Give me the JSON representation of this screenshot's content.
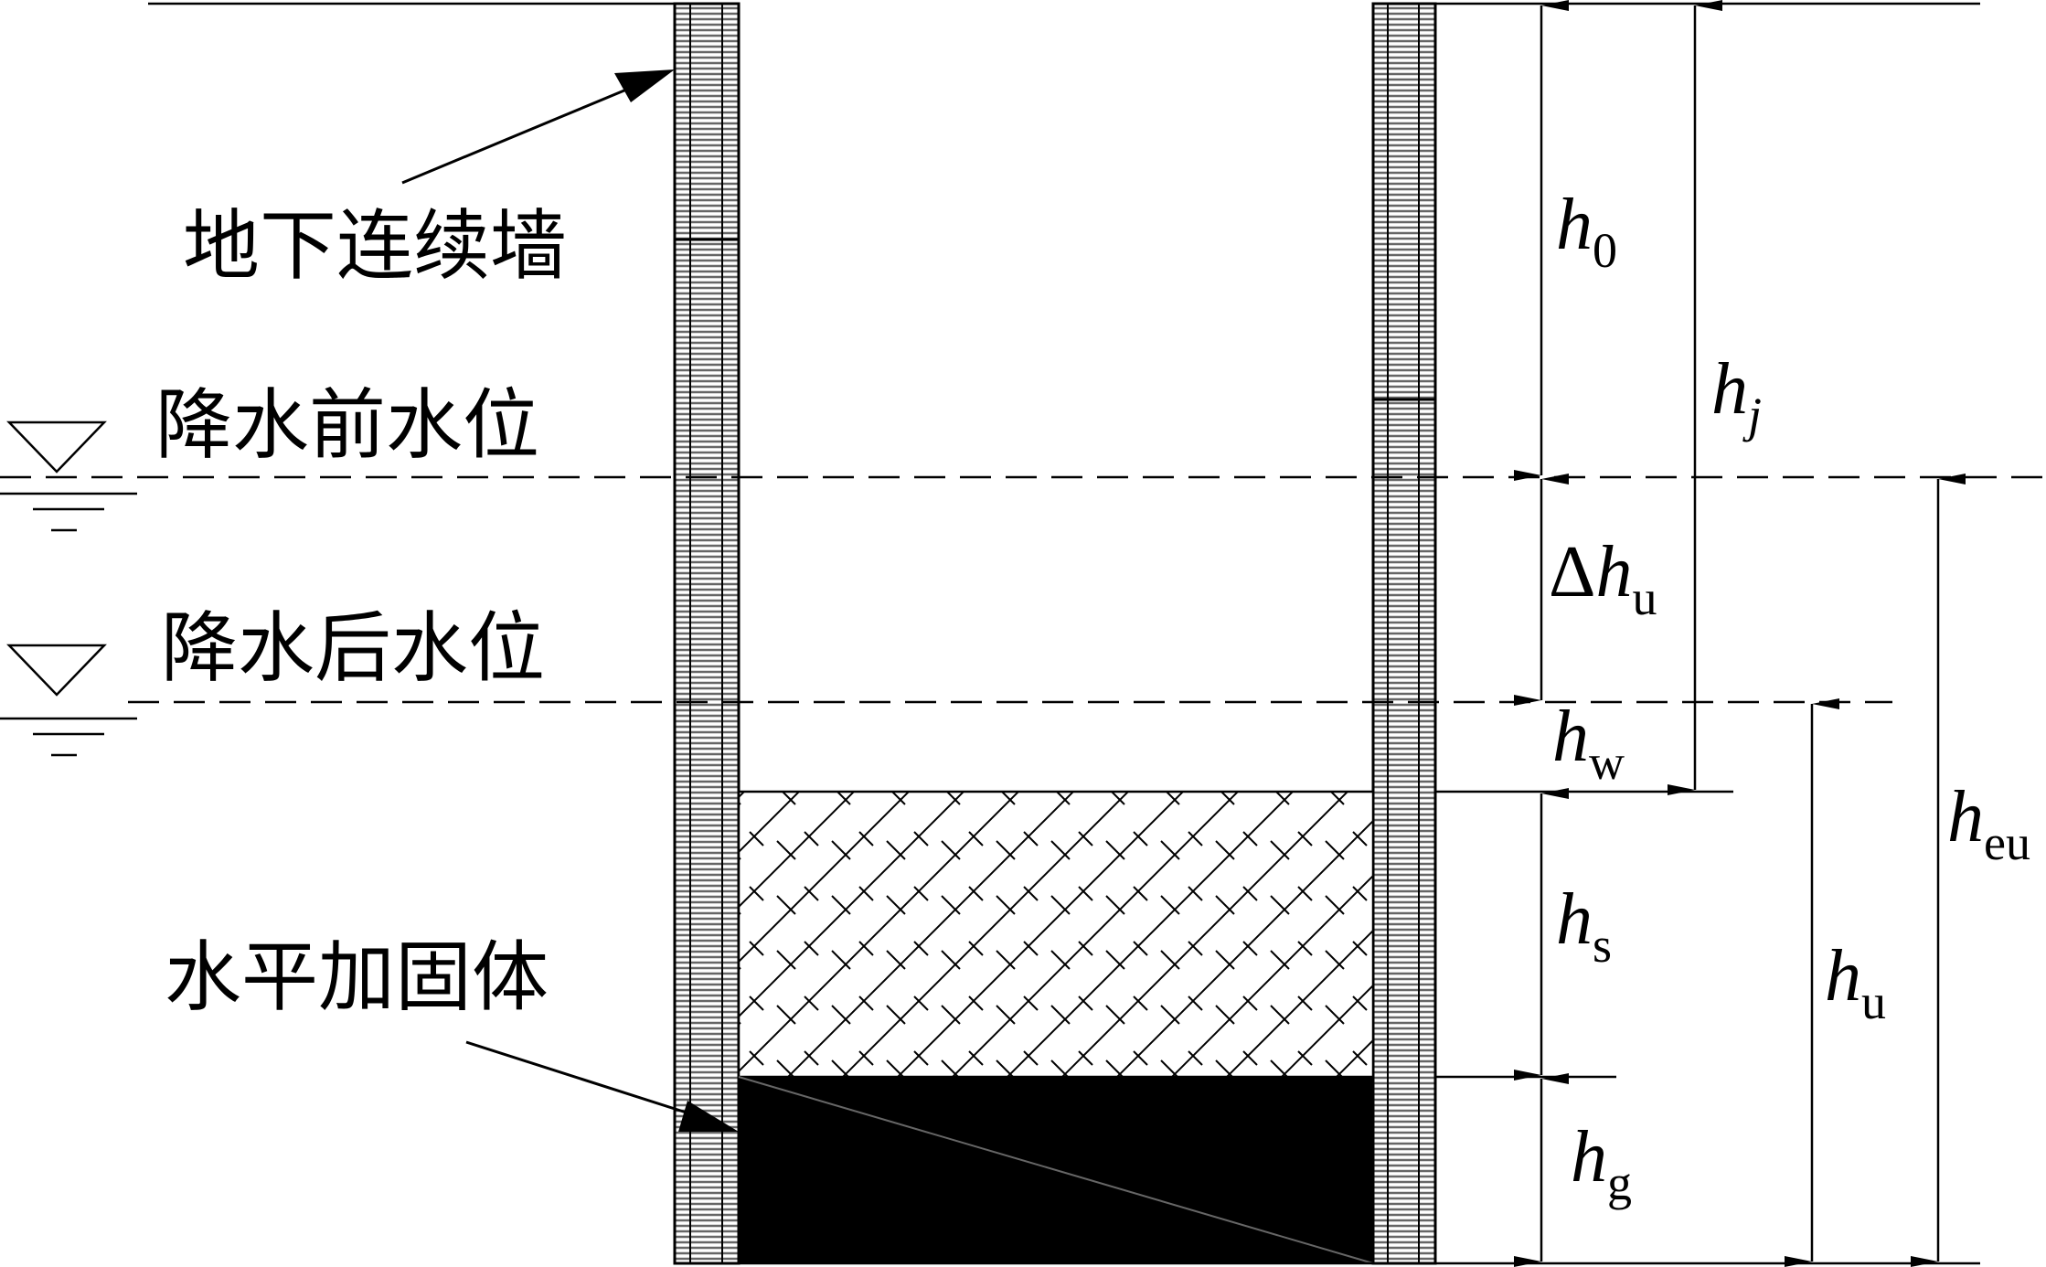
{
  "labels": {
    "wall": "地下连续墙",
    "water_before": "降水前水位",
    "water_after": "降水后水位",
    "reinforcement": "水平加固体"
  },
  "dimensions": {
    "h0": {
      "main": "h",
      "sub": "0"
    },
    "hj": {
      "main": "h",
      "sub": "j"
    },
    "dhu": {
      "prefix": "Δ",
      "main": "h",
      "sub": "u"
    },
    "hw": {
      "main": "h",
      "sub": "w"
    },
    "hs": {
      "main": "h",
      "sub": "s"
    },
    "hg": {
      "main": "h",
      "sub": "g"
    },
    "hu": {
      "main": "h",
      "sub": "u"
    },
    "heu": {
      "main": "h",
      "sub": "eu"
    }
  },
  "colors": {
    "line": "#000000",
    "wall_hatch": "#555555",
    "background": "#ffffff"
  }
}
